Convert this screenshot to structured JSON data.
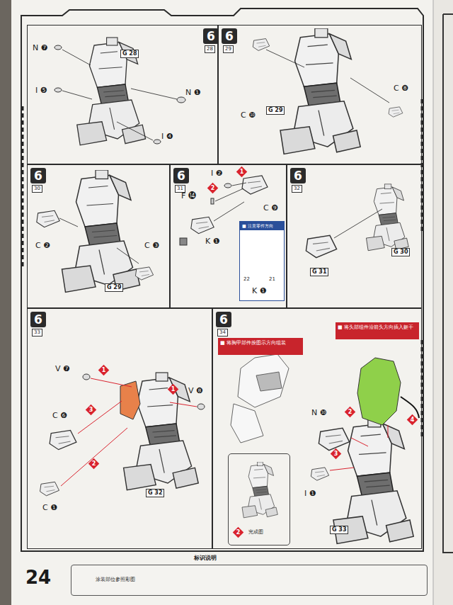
{
  "diagram": {
    "nodes": [
      {
        "text": [
          "6",
          "28"
        ]
      },
      {
        "text": [
          "6",
          "29"
        ]
      },
      {
        "text": [
          "6",
          "30"
        ]
      },
      {
        "text": [
          "6",
          "31"
        ]
      },
      {
        "text": [
          "■ 注意零件方向"
        ],
        "in": 3
      },
      {
        "text": [
          "6",
          "32"
        ]
      },
      {
        "text": [
          "6",
          "33"
        ]
      },
      {
        "text": [
          "6",
          "34"
        ]
      },
      {
        "text": [
          "■ 将胸甲部件按图示方向组装"
        ],
        "in": 7
      },
      {
        "text": [
          "■ 将头部组件沿箭头方向插入躯干"
        ],
        "in": 7
      },
      {
        "text": [
          "完成图"
        ],
        "in": 7
      },
      {
        "text": [
          "标识说明",
          "涂装部位参照彩图"
        ]
      }
    ],
    "labels": [
      "N ❼",
      "I ❺",
      "G 28",
      "N ❶",
      "I ❹",
      "C ❿",
      "G 29",
      "C ❽",
      "C ❷",
      "C ❸",
      "G 29",
      "1",
      "I ❷",
      "2",
      "F ⓮",
      "C ❾",
      "K ❶",
      "22",
      "21",
      "K ❶",
      "G 31",
      "G 30",
      "V ❼",
      "1",
      "1",
      "V ❽",
      "3",
      "C ❻",
      "2",
      "C ❶",
      "G 32",
      "N ❿",
      "2",
      "4",
      "3",
      "I ❶",
      "2",
      "G 33",
      "24"
    ]
  }
}
